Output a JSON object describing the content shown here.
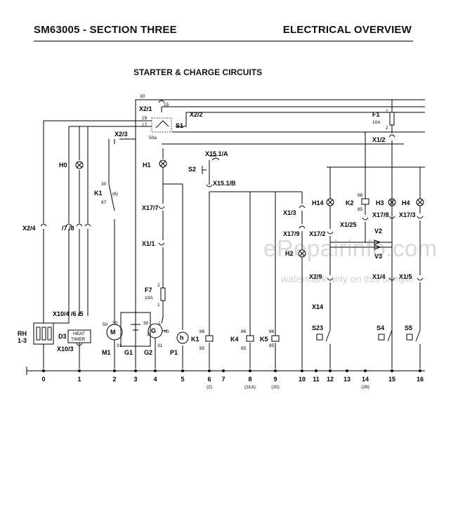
{
  "header": {
    "left": "SM63005 - SECTION THREE",
    "right": "ELECTRICAL OVERVIEW"
  },
  "diagram": {
    "title": "STARTER & CHARGE CIRCUITS",
    "components": {
      "RH": "RH",
      "RH_sub": "1-3",
      "D3": "D3",
      "heat1": "HEAT",
      "heat2": "TIMER",
      "M1": "M1",
      "G1": "G1",
      "G2": "G2",
      "P1": "P1",
      "H0": "H0",
      "K1a": "K1",
      "K1a_ref": "(6)",
      "H1": "H1",
      "S1": "S1",
      "S2": "S2",
      "F7": "F7",
      "F7_val": "10A",
      "F1": "F1",
      "F1_val": "10A",
      "H2": "H2",
      "H14": "H14",
      "K2": "K2",
      "H3": "H3",
      "H4": "H4",
      "V2": "V2",
      "V3": "V3",
      "X14": "X14",
      "S23": "S23",
      "S4": "S4",
      "S5": "S5",
      "K1b": "K1",
      "K4": "K4",
      "K5": "K5"
    },
    "connectors": {
      "X2_1": "X2/1",
      "X2_2": "X2/2",
      "X2_3": "X2/3",
      "X2_4": "X2/4",
      "X7_8": "/7 /8",
      "X10_4": "X10/4 /6 /5",
      "X10_3": "X10/3",
      "X15_1A": "X15.1/A",
      "X15_1B": "X15.1/B",
      "X17_7": "X17/7",
      "X1_1": "X1/1",
      "X1_2": "X1/2",
      "X1_3": "X1/3",
      "X17_9": "X17/9",
      "X17_2": "X17/2",
      "X1_25": "X1/25",
      "X17_8": "X17/8",
      "X17_3": "X17/3",
      "X2_9": "X2/9",
      "X1_4": "X1/4",
      "X1_5": "X1/5"
    },
    "pins": {
      "p30": "30",
      "p15": "15",
      "p19": "19",
      "p17": "17",
      "p50a": "50a",
      "k1_30": "30",
      "k1_87": "87",
      "m1_50": "50",
      "m1_30": "30",
      "m1_31": "31",
      "g2_30": "30",
      "g2_L": "L",
      "g2_IG": "IG",
      "g2_3": "3",
      "g2_31": "31",
      "f7_2": "2",
      "f7_1": "1",
      "f1_1": "1",
      "f1_2": "2",
      "k1b_86": "86",
      "k1b_85": "85",
      "k4_86": "86",
      "k4_85": "85",
      "k5_86": "86",
      "k5_85": "85",
      "k2_86": "86",
      "k2_85": "85"
    },
    "bus_numbers": [
      "0",
      "1",
      "2",
      "3",
      "4",
      "5",
      "6",
      "7",
      "8",
      "9",
      "10",
      "11",
      "12",
      "13",
      "14",
      "15",
      "16"
    ],
    "bus_refs": {
      "6": "(2)",
      "8": "(31A)",
      "9": "(20)",
      "14": "(26)"
    }
  },
  "watermark": {
    "main": "eRepairinfo.com",
    "sub": "watermark only on this sample"
  }
}
